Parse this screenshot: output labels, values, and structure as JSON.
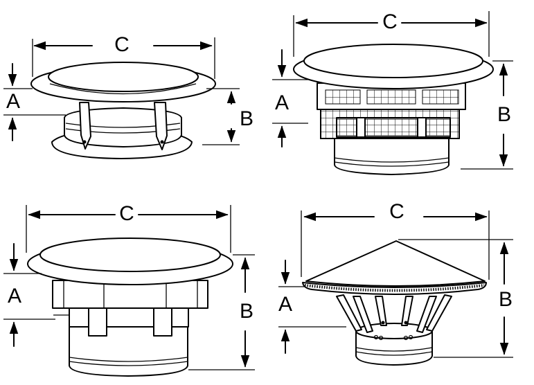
{
  "diagrams": [
    {
      "id": "cap-1",
      "labels": {
        "a": "A",
        "b": "B",
        "c": "C"
      }
    },
    {
      "id": "cap-2",
      "labels": {
        "a": "A",
        "b": "B",
        "c": "C"
      }
    },
    {
      "id": "cap-3",
      "labels": {
        "a": "A",
        "b": "B",
        "c": "C"
      }
    },
    {
      "id": "cap-4",
      "labels": {
        "a": "A",
        "b": "B",
        "c": "C"
      }
    }
  ]
}
